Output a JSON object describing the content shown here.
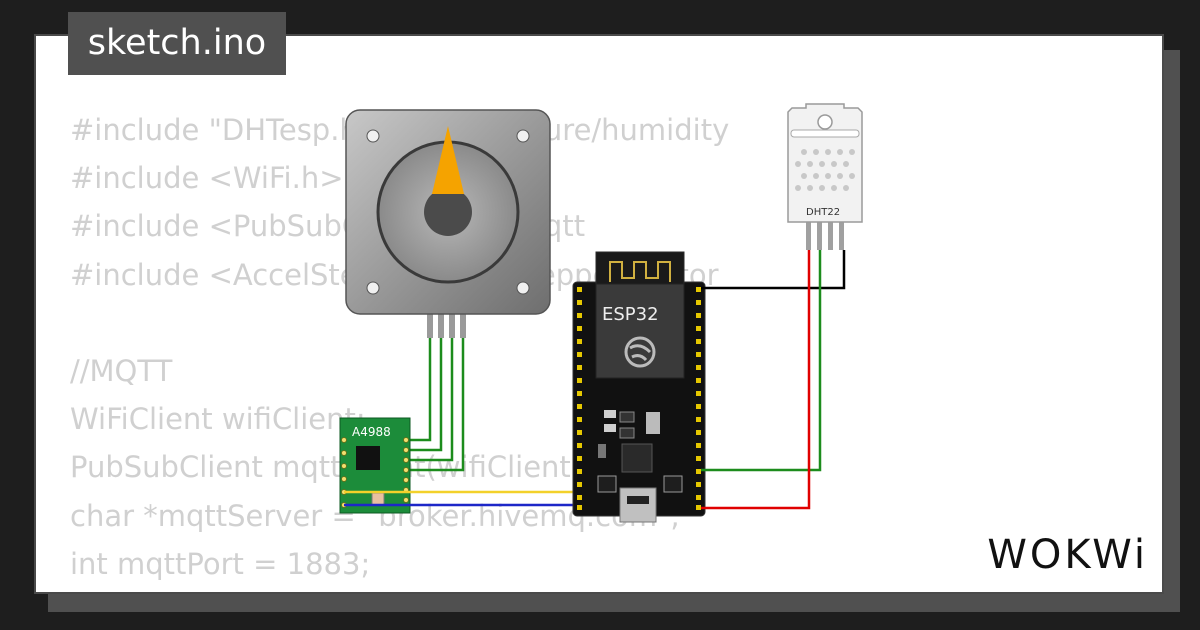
{
  "title": "sketch.ino",
  "code_lines": [
    "#include \"DHTesp.h\" // temperature/humidity",
    "#include <WiFi.h> // WiFi",
    "#include <PubSubClient.h> // mqtt",
    "#include <AccelStepper.h> // stepper motor",
    "",
    "//MQTT",
    "WiFiClient wifiClient;",
    "PubSubClient mqttClient(wifiClient);",
    "char *mqttServer = \"broker.hivemq.com\";",
    "int mqttPort = 1883;"
  ],
  "components": {
    "esp32_label": "ESP32",
    "driver_label": "A4988",
    "sensor_label": "DHT22"
  },
  "logo": "WOKWi",
  "colors": {
    "background": "#1e1e1e",
    "card": "#ffffff",
    "tab": "#505050",
    "code_text": "#d0d0d0",
    "wire_green": "#1c8c1c",
    "wire_red": "#e00000",
    "wire_black": "#000000",
    "wire_yellow": "#f3d12a",
    "wire_blue": "#1d27c8",
    "pointer": "#f5a300"
  }
}
